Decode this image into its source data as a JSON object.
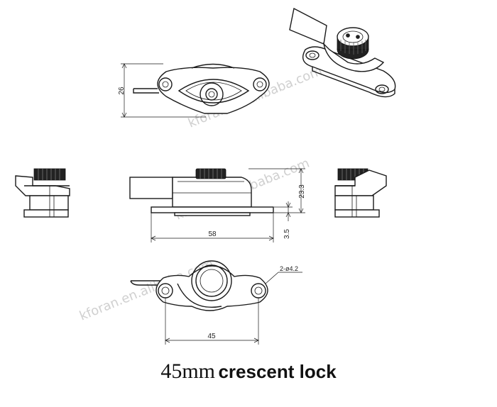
{
  "dimensions": {
    "height_top": "26",
    "height_side": "23.3",
    "base_thickness": "3.5",
    "overall_length": "58",
    "hole_spacing": "45",
    "hole_callout": "2-ø4.2"
  },
  "watermark": "kforan.en.alibaba.com",
  "caption": {
    "size": "45mm",
    "name": "crescent lock"
  }
}
